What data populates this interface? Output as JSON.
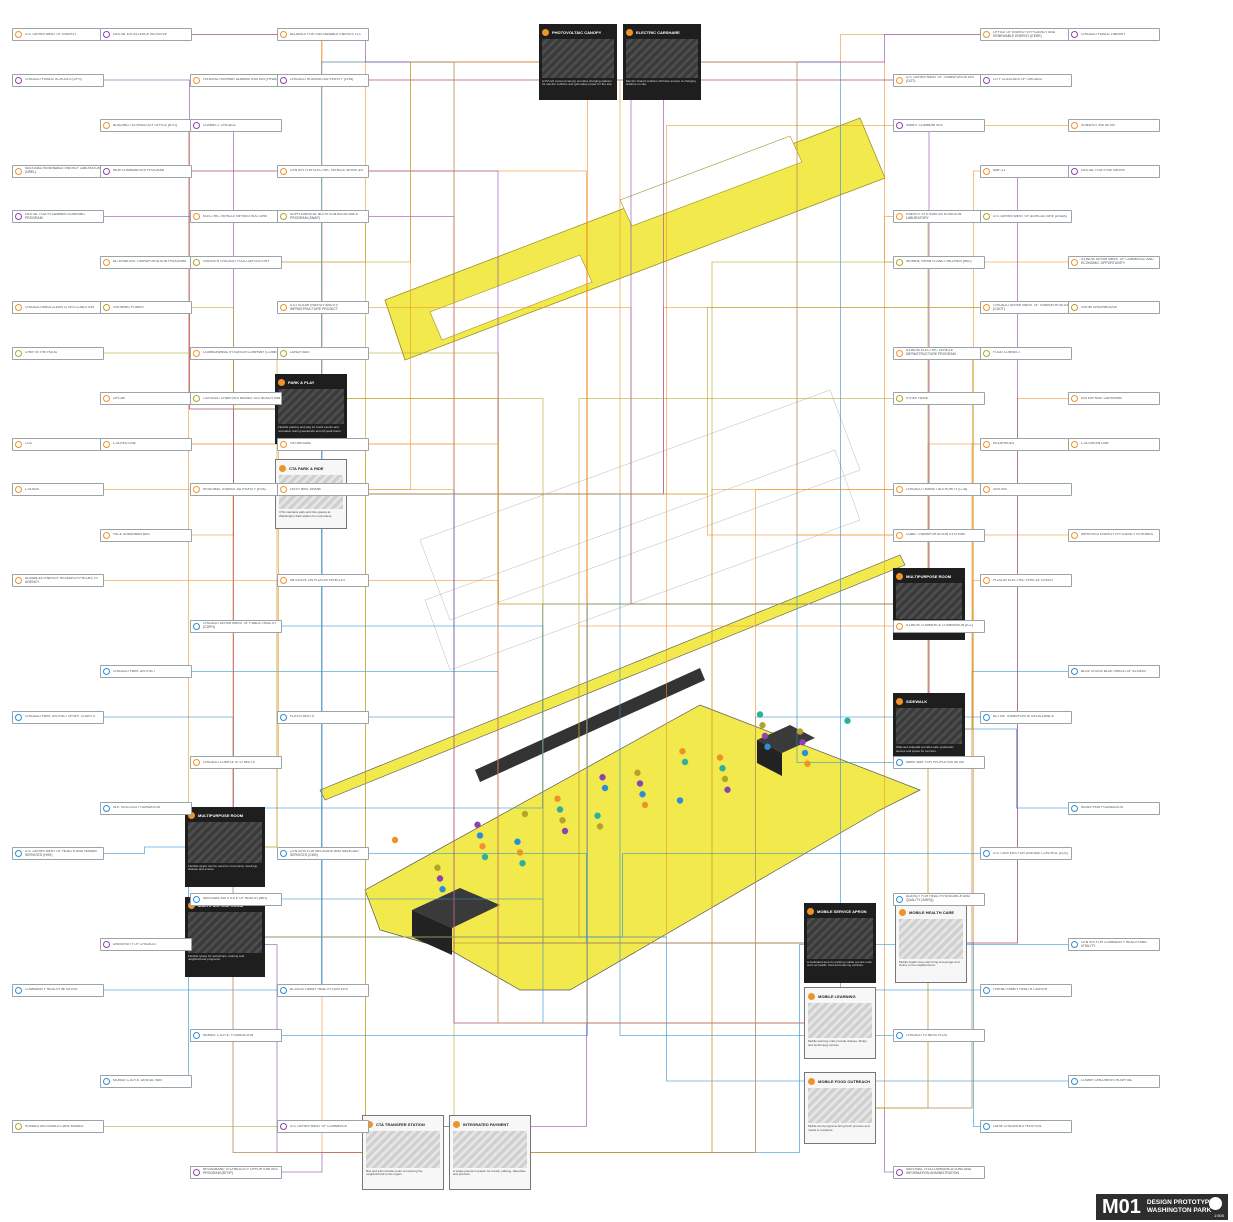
{
  "colors": {
    "orange": "#f0922b",
    "blue": "#2b8fd6",
    "purple": "#8e44ad",
    "olive": "#b5a32a",
    "teal": "#2ab0a0",
    "yellow": "#f2ea4c",
    "dark": "#1e1e1e"
  },
  "title_block": {
    "code": "M01",
    "line1": "DESIGN PROTOTYPE",
    "line2": "WASHINGTON PARK",
    "scale": "1:500"
  },
  "cards": [
    {
      "id": "canopy",
      "title": "PHOTOVOLTAIC CANOPY",
      "desc": "A PV-cell covered canopy provides charging stations for electric vehicles and generates power for the site.",
      "icon": "sun-icon"
    },
    {
      "id": "carshare",
      "title": "ELECTRIC CARSHARE",
      "desc": "Electric shared vehicles will have access to charging stations on site.",
      "icon": "car-icon"
    },
    {
      "id": "parkplay",
      "title": "PARK & PLAY",
      "desc": "Flexible parking and play lot hosts events and recreation during weekends and off-peak hours.",
      "icon": "play-icon"
    },
    {
      "id": "parkride",
      "title": "CTA PARK & RIDE",
      "desc": "CTA maintains park and ride spaces at Washington Park station for commuters.",
      "icon": "car-icon"
    },
    {
      "id": "multipurpose1",
      "title": "MULTIPURPOSE ROOM",
      "desc": "Flexible space can be used for community meetings, classes and events.",
      "icon": "room-icon"
    },
    {
      "id": "sidewalk",
      "title": "SIDEWALK",
      "desc": "Widened sidewalk provides safe pedestrian access and space for vendors.",
      "icon": "walk-icon"
    },
    {
      "id": "multipurpose2",
      "title": "MULTIPURPOSE ROOM",
      "desc": "Flexible space can be used for community meetings, classes and events.",
      "icon": "room-icon"
    },
    {
      "id": "multipurpose3",
      "title": "MULTIPURPOSE ROOM",
      "desc": "Flexible space for workshops, training and neighborhood programs.",
      "icon": "room-icon"
    },
    {
      "id": "mobileservice",
      "title": "MOBILE SERVICE APRON",
      "desc": "A dedicated area for parking mobile service units such as health, food and learning vehicles.",
      "icon": "truck-icon"
    },
    {
      "id": "mobilehealth",
      "title": "MOBILE HEALTH CARE",
      "desc": "Mobile health care units bring screenings and clinics to the neighborhood.",
      "icon": "health-icon"
    },
    {
      "id": "mobilelearning",
      "title": "MOBILE LEARNING",
      "desc": "Mobile learning units provide classes, library and technology access.",
      "icon": "book-icon"
    },
    {
      "id": "mobilefood",
      "title": "MOBILE FOOD OUTREACH",
      "desc": "Mobile food programs bring fresh produce and meals to residents.",
      "icon": "food-icon"
    },
    {
      "id": "transfer",
      "title": "CTA TRANSFER STATION",
      "desc": "Bus and train transfer point connecting the neighborhood to the region.",
      "icon": "bus-icon"
    },
    {
      "id": "payment",
      "title": "INTEGRATED PAYMENT",
      "desc": "A single payment system for transit, parking, bikeshare and services.",
      "icon": "card-icon"
    }
  ],
  "nodes": [
    {
      "t": "U.S. DEPARTMENT OF ENERGY",
      "c": "orange"
    },
    {
      "t": "OFFICE OF ENERGY EFFICIENCY AND RENEWABLE ENERGY (EERE)",
      "c": "orange"
    },
    {
      "t": "ALLIANCE FOR SUSTAINABLE ENERGY, LLC",
      "c": "orange"
    },
    {
      "t": "U.S. DEPARTMENT OF TRANSPORTATION (DOT)",
      "c": "orange"
    },
    {
      "t": "FEDERAL HIGHWAY ADMINISTRATION (FHWA)",
      "c": "orange"
    },
    {
      "t": "FEDERAL TRANSIT ADMINISTRATION (FTA)",
      "c": "orange"
    },
    {
      "t": "BUILDING TECHNOLOGY OFFICE (BTO)",
      "c": "orange"
    },
    {
      "t": "SUNSHOT INITIATIVE",
      "c": "orange"
    },
    {
      "t": "NATIONAL RENEWABLE ENERGY LABORATORY (NREL)",
      "c": "orange"
    },
    {
      "t": "MAP-21",
      "c": "orange"
    },
    {
      "t": "CENTER FOR ELECTRIC VEHICLE SERVICES",
      "c": "orange"
    },
    {
      "t": "ENERGY SYSTEMS INTEGRATION LABORATORY",
      "c": "orange"
    },
    {
      "t": "ELECTRIC VEHICLE INFRASTRUCTURE",
      "c": "orange"
    },
    {
      "t": "CONGESTION MITIGATION AND AIR QUALITY (CMAQ)",
      "c": "orange"
    },
    {
      "t": "ALTERNATIVE TRANSPORTATION PROGRAM",
      "c": "orange"
    },
    {
      "t": "ILLINOIS DEPARTMENT OF COMMERCE AND ECONOMIC OPPORTUNITY",
      "c": "orange"
    },
    {
      "t": "CHICAGO AREA CLEAN CITIES COALITION",
      "c": "orange"
    },
    {
      "t": "CHICAGO DEPARTMENT OF TRANSPORTATION (CDOT)",
      "c": "orange"
    },
    {
      "t": "STO SOLAR ENERGY AND EV INFRASTRUCTURE PROJECT",
      "c": "orange"
    },
    {
      "t": "ILLINOIS ELECTRIC VEHICLE INFRASTRUCTURE PROGRAM",
      "c": "orange"
    },
    {
      "t": "COMMONWEALTH EDISON COMPANY (COMED)",
      "c": "orange"
    },
    {
      "t": "DRIVE CLEAN CHICAGO",
      "c": "orange"
    },
    {
      "t": "ZIPCAR",
      "c": "orange"
    },
    {
      "t": "ENTERPRISE CARSHARE",
      "c": "orange"
    },
    {
      "t": "I-GO",
      "c": "orange"
    },
    {
      "t": "RELAYRIDES",
      "c": "orange"
    },
    {
      "t": "GETAROUND",
      "c": "orange"
    },
    {
      "t": "CHICAGO TRANSIT AUTHORITY (CTA)",
      "c": "orange"
    },
    {
      "t": "REGIONAL TRANSIT AUTHORITY (RTA)",
      "c": "orange"
    },
    {
      "t": "METRA",
      "c": "orange"
    },
    {
      "t": "PACE SUBURBAN BUS",
      "c": "orange"
    },
    {
      "t": "IMPROVED ENERGY EFFICIENCY IN HOMES",
      "c": "orange"
    },
    {
      "t": "ADVANCED ENERGY RESEARCH PROJECTS AGENCY",
      "c": "orange"
    },
    {
      "t": "PLUG-IN ELECTRIC VEHICLE CREDIT",
      "c": "orange"
    },
    {
      "t": "INITIATIVE ON PLUG-IN VEHICLES",
      "c": "orange"
    },
    {
      "t": "ILLINOIS COMMERCE COMMISSION (ICC)",
      "c": "orange"
    },
    {
      "t": "CHICAGO DEPARTMENT OF PUBLIC HEALTH (CDPH)",
      "c": "blue"
    },
    {
      "t": "HEALTHY CHICAGO",
      "c": "blue"
    },
    {
      "t": "CHICAGO PARK DISTRICT",
      "c": "blue"
    },
    {
      "t": "BLUE CROSS BLUE SHIELD OF ILLINOIS",
      "c": "blue"
    },
    {
      "t": "CHICAGO PARK DISTRICT SPORT COURTS",
      "c": "blue"
    },
    {
      "t": "ACTIVE TRANSPORTATION ALLIANCE",
      "c": "blue"
    },
    {
      "t": "PLAYSTREETS",
      "c": "blue"
    },
    {
      "t": "MAKE WAY FOR PEOPLE INITIATIVE",
      "c": "blue"
    },
    {
      "t": "CHICAGO COMPLETE STREETS",
      "c": "orange"
    },
    {
      "t": "ROBERT WOOD JOHNSON FOUNDATION",
      "c": "blue"
    },
    {
      "t": "W.K. KELLOGG FOUNDATION",
      "c": "blue"
    },
    {
      "t": "MCARTHUR FOUNDATION",
      "c": "blue"
    },
    {
      "t": "U.S. DEPARTMENT OF HEALTH AND HUMAN SERVICES (HHS)",
      "c": "blue"
    },
    {
      "t": "U.S. CENTERS FOR DISEASE CONTROL (CDC)",
      "c": "blue"
    },
    {
      "t": "CENTERS FOR MEDICARE AND MEDICAID SERVICES (CMS)",
      "c": "blue"
    },
    {
      "t": "AGENCY FOR HEALTH RESEARCH AND QUALITY (AHRQ)",
      "c": "blue"
    },
    {
      "t": "NATIONAL INSTITUTE OF HEALTH (NIH)",
      "c": "blue"
    },
    {
      "t": "UNIVERSITY OF CHICAGO MEDICINE",
      "c": "purple"
    },
    {
      "t": "UNIVERSITY OF CHICAGO",
      "c": "purple"
    },
    {
      "t": "CENTER FOR COMMUNITY HEALTH AND VITALITY",
      "c": "blue"
    },
    {
      "t": "COMMUNITY HEALTH INITIATIVE",
      "c": "blue"
    },
    {
      "t": "FRIEND FAMILY HEALTH CENTER",
      "c": "blue"
    },
    {
      "t": "ACCESS FAMILY HEALTH CENTERS",
      "c": "blue"
    },
    {
      "t": "CHICAGO FITNESS PLUS",
      "c": "blue"
    },
    {
      "t": "MOBILE C.A.R.E. FOUNDATION",
      "c": "blue"
    },
    {
      "t": "MOBILE C.A.R.E. ASTHMA VAN",
      "c": "blue"
    },
    {
      "t": "MOBILE C.A.R.E. DENTAL VAN",
      "c": "blue"
    },
    {
      "t": "COMER CHILDREN'S HOSPITAL",
      "c": "blue"
    },
    {
      "t": "RONALD MCDONALD CARE MOBILE",
      "c": "olive"
    },
    {
      "t": "LURIE CHILDREN'S HOSPITAL",
      "c": "blue"
    },
    {
      "t": "U.S. DEPARTMENT OF COMMERCE",
      "c": "purple"
    },
    {
      "t": "NATIONAL TELECOMMUNICATIONS AND INFORMATION ADMINISTRATION",
      "c": "purple"
    },
    {
      "t": "BROADBAND TECHNOLOGY OPPORTUNITIES PROGRAM (BTOP)",
      "c": "purple"
    },
    {
      "t": "SMART CHICAGO COLLABORATIVE",
      "c": "purple"
    },
    {
      "t": "DIGITAL EXCELLENCE INITIATIVE",
      "c": "purple"
    },
    {
      "t": "CHICAGO PUBLIC LIBRARY",
      "c": "purple"
    },
    {
      "t": "CHICAGO PUBLIC SCHOOLS (CPS)",
      "c": "purple"
    },
    {
      "t": "CITY COLLEGES OF CHICAGO",
      "c": "purple"
    },
    {
      "t": "CHICAGO HOUSING AUTHORITY (CHA)",
      "c": "purple"
    },
    {
      "t": "SMART COMMUNITIES",
      "c": "purple"
    },
    {
      "t": "CONNECT CHICAGO",
      "c": "purple"
    },
    {
      "t": "LISC CHICAGO",
      "c": "purple"
    },
    {
      "t": "NEW COMMUNITIES PROGRAM",
      "c": "purple"
    },
    {
      "t": "DIGITAL YOUTH NETWORK",
      "c": "purple"
    },
    {
      "t": "DIGITAL YOUTH SUMMER LEARNING PROGRAM",
      "c": "purple"
    },
    {
      "t": "U.S. DEPARTMENT OF AGRICULTURE (USDA)",
      "c": "olive"
    },
    {
      "t": "SUPPLEMENTAL NUTRITION ASSISTANCE PROGRAM (SNAP)",
      "c": "olive"
    },
    {
      "t": "WOMEN, INFANTS AND CHILDREN (WIC)",
      "c": "olive"
    },
    {
      "t": "GREATER CHICAGO FOOD DEPOSITORY",
      "c": "olive"
    },
    {
      "t": "FRESH MOVES MOBILE MARKET",
      "c": "olive"
    },
    {
      "t": "GROWING POWER",
      "c": "olive"
    },
    {
      "t": "GROW GREENHOUSE",
      "c": "olive"
    },
    {
      "t": "CHEF IN THE HOOD",
      "c": "olive"
    },
    {
      "t": "FOOD CONNECT",
      "c": "olive"
    },
    {
      "t": "LUNCH BUS",
      "c": "olive"
    },
    {
      "t": "STREETWISE",
      "c": "olive"
    },
    {
      "t": "CATHOLIC CHARITIES MOBILE OUTREACH VAN",
      "c": "olive"
    },
    {
      "t": "CHICAGO COMMUNITY TRUST",
      "c": "blue"
    },
    {
      "t": "CTA RED LINE",
      "c": "orange"
    },
    {
      "t": "CTA GREEN LINE",
      "c": "orange"
    },
    {
      "t": "CTA BUS",
      "c": "orange"
    },
    {
      "t": "VENTRA",
      "c": "orange"
    },
    {
      "t": "DIVVY BIKE SHARE",
      "c": "orange"
    },
    {
      "t": "CUBIC TRANSPORTATION SYSTEMS",
      "c": "orange"
    }
  ]
}
